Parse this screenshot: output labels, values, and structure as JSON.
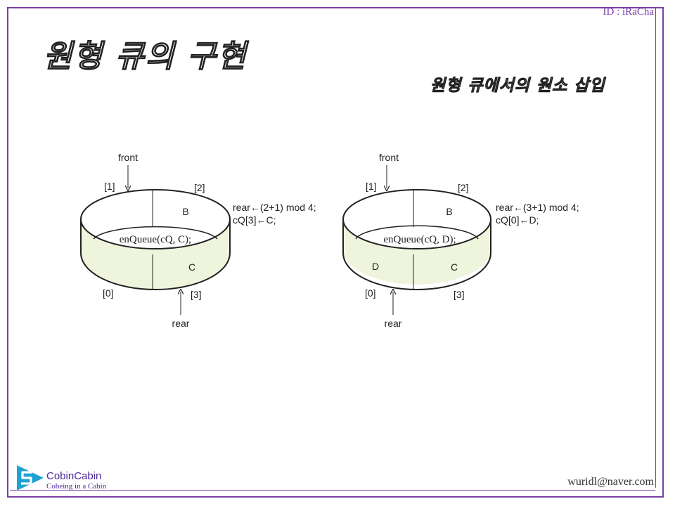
{
  "slide": {
    "id_label": "ID : iRaCha",
    "title": "원형 큐의 구현",
    "subtitle": "원형 큐에서의 원소 삽입",
    "footer_brand": "CobinCabin",
    "footer_tagline": "Cobeing in a Cabin",
    "email": "wuridl@naver.com"
  },
  "left": {
    "front_label": "front",
    "rear_label": "rear",
    "idx1": "[1]",
    "idx2": "[2]",
    "idx0": "[0]",
    "idx3": "[3]",
    "cell_b": "B",
    "cell_c": "C",
    "call": "enQueue(cQ, C);",
    "op1": "rear←(2+1) mod 4;",
    "op2": "cQ[3]←C;"
  },
  "right": {
    "front_label": "front",
    "rear_label": "rear",
    "idx1": "[1]",
    "idx2": "[2]",
    "idx0": "[0]",
    "idx3": "[3]",
    "cell_b": "B",
    "cell_c": "C",
    "cell_d": "D",
    "call": "enQueue(cQ, D);",
    "op1": "rear←(3+1) mod 4;",
    "op2": "cQ[0]←D;"
  },
  "colors": {
    "frame": "#7b3fa8",
    "band": "#eef5dc",
    "logo": "#1ea2d4"
  },
  "icons": {
    "logo": "cobincabin-logo-icon"
  }
}
